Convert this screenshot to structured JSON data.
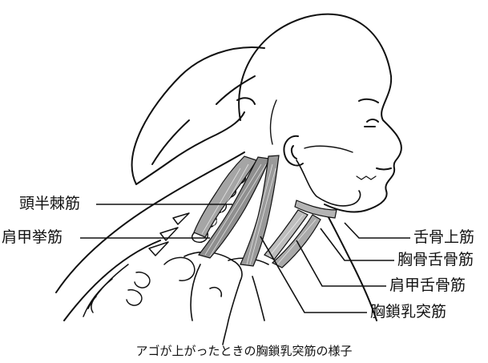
{
  "labels": {
    "semispinalis_capitis": "頭半棘筋",
    "levator_scapulae": "肩甲挙筋",
    "suprahyoid": "舌骨上筋",
    "sternohyoid": "胸骨舌骨筋",
    "omohyoid": "肩甲舌骨筋",
    "sternocleidomastoid": "胸鎖乳突筋"
  },
  "caption": "アゴが上がったときの胸鎖乳突筋の様子",
  "colors": {
    "line": "#111111",
    "muscle_fill": "#9a9a9a",
    "muscle_light": "#c4c4c4",
    "background": "#ffffff"
  }
}
